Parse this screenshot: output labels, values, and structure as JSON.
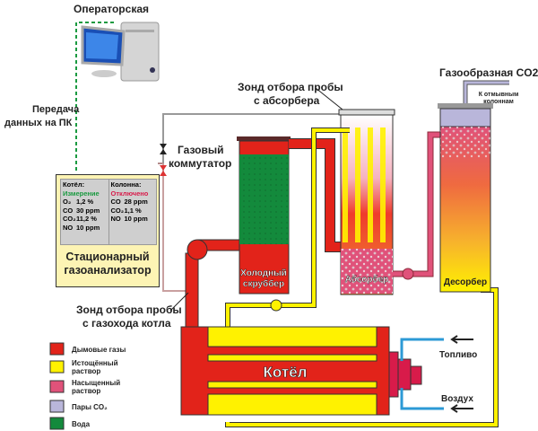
{
  "labels": {
    "operator_room": "Операторская",
    "data_transfer_line1": "Передача",
    "data_transfer_line2": "данных на ПК",
    "absorber_probe_line1": "Зонд отбора пробы",
    "absorber_probe_line2": "с абсорбера",
    "gas_switch_line1": "Газовый",
    "gas_switch_line2": "коммутатор",
    "gaseous_co2": "Газообразная CO2",
    "to_wash_line1": "К отмывным",
    "to_wash_line2": "колоннам",
    "boiler_probe_line1": "Зонд отбора пробы",
    "boiler_probe_line2": "с газохода котла",
    "cold_scrubber_line1": "Холодный",
    "cold_scrubber_line2": "скруббер",
    "absorber": "Абсорбер",
    "desorber": "Десорбер",
    "boiler": "Котёл",
    "fuel": "Топливо",
    "air": "Воздух"
  },
  "gas_analyzer": {
    "title_line1": "Стационарный",
    "title_line2": "газоанализатор",
    "boiler": {
      "header": "Котёл:",
      "status": "Измерение",
      "readings": [
        {
          "name": "O₂",
          "value": "1,2 %"
        },
        {
          "name": "CO",
          "value": "30 ppm"
        },
        {
          "name": "CO₂",
          "value": "11,2 %"
        },
        {
          "name": "NO",
          "value": "10 ppm"
        }
      ]
    },
    "column": {
      "header": "Колонна:",
      "status": "Отключено",
      "readings": [
        {
          "name": "CO",
          "value": "28 ppm"
        },
        {
          "name": "CO₂",
          "value": "1,1 %"
        },
        {
          "name": "NO",
          "value": "10 ppm"
        }
      ]
    }
  },
  "legend": [
    {
      "label_line1": "Дымовые газы",
      "label_line2": "",
      "color": "#e2231a"
    },
    {
      "label_line1": "Истощённый",
      "label_line2": "раствор",
      "color": "#fff200"
    },
    {
      "label_line1": "Насыщенный",
      "label_line2": "раствор",
      "color": "#e0527a"
    },
    {
      "label_line1": "Пары CO₂",
      "label_line2": "",
      "color": "#b9b6da"
    },
    {
      "label_line1": "Вода",
      "label_line2": "",
      "color": "#138a3c"
    }
  ],
  "colors": {
    "flue_gas": "#e2231a",
    "lean_solution": "#fff200",
    "rich_solution": "#e0527a",
    "co2_vapor": "#b9b6da",
    "water": "#138a3c",
    "fuel_air_pipe": "#2c9ad6",
    "data_link": "#1a9a40"
  }
}
